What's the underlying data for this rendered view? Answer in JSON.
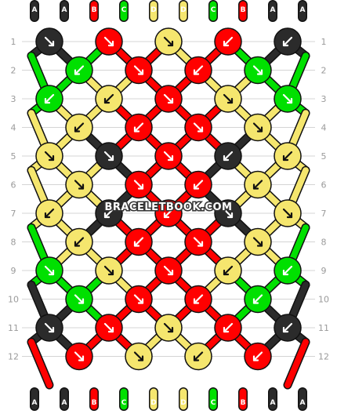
{
  "watermark": "BRACELETBOOK.COM",
  "colors": {
    "A": "#2b2b2b",
    "B": "#ff0000",
    "C": "#00e000",
    "D": "#f5e66e"
  },
  "strings_top": [
    "A",
    "A",
    "B",
    "C",
    "D",
    "D",
    "C",
    "B",
    "A",
    "A"
  ],
  "strings_bottom": [
    "A",
    "A",
    "B",
    "C",
    "D",
    "D",
    "C",
    "B",
    "A",
    "A"
  ],
  "row_labels": [
    "1",
    "2",
    "3",
    "4",
    "5",
    "6",
    "7",
    "8",
    "9",
    "10",
    "11",
    "12"
  ],
  "knots": [
    [
      {
        "c": "A",
        "d": "SE"
      },
      {
        "c": "B",
        "d": "SE"
      },
      {
        "c": "D",
        "d": "SE"
      },
      {
        "c": "B",
        "d": "SW"
      },
      {
        "c": "A",
        "d": "SW"
      }
    ],
    [
      {
        "c": "C",
        "d": "SW"
      },
      {
        "c": "B",
        "d": "SE"
      },
      {
        "c": "B",
        "d": "SW"
      },
      {
        "c": "C",
        "d": "SE"
      }
    ],
    [
      {
        "c": "C",
        "d": "SW"
      },
      {
        "c": "D",
        "d": "SW"
      },
      {
        "c": "B",
        "d": "SE"
      },
      {
        "c": "D",
        "d": "SE"
      },
      {
        "c": "C",
        "d": "SE"
      }
    ],
    [
      {
        "c": "D",
        "d": "SW"
      },
      {
        "c": "B",
        "d": "SW"
      },
      {
        "c": "B",
        "d": "SE"
      },
      {
        "c": "D",
        "d": "SE"
      }
    ],
    [
      {
        "c": "D",
        "d": "SE"
      },
      {
        "c": "A",
        "d": "SE"
      },
      {
        "c": "B",
        "d": "SE"
      },
      {
        "c": "A",
        "d": "SW"
      },
      {
        "c": "D",
        "d": "SW"
      }
    ],
    [
      {
        "c": "D",
        "d": "SE"
      },
      {
        "c": "B",
        "d": "SE"
      },
      {
        "c": "B",
        "d": "SW"
      },
      {
        "c": "D",
        "d": "SW"
      }
    ],
    [
      {
        "c": "D",
        "d": "SW"
      },
      {
        "c": "A",
        "d": "SW"
      },
      {
        "c": "B",
        "d": "SW"
      },
      {
        "c": "A",
        "d": "SE"
      },
      {
        "c": "D",
        "d": "SE"
      }
    ],
    [
      {
        "c": "D",
        "d": "SW"
      },
      {
        "c": "B",
        "d": "SW"
      },
      {
        "c": "B",
        "d": "SE"
      },
      {
        "c": "D",
        "d": "SE"
      }
    ],
    [
      {
        "c": "C",
        "d": "SE"
      },
      {
        "c": "D",
        "d": "SE"
      },
      {
        "c": "B",
        "d": "SE"
      },
      {
        "c": "D",
        "d": "SW"
      },
      {
        "c": "C",
        "d": "SW"
      }
    ],
    [
      {
        "c": "C",
        "d": "SE"
      },
      {
        "c": "B",
        "d": "SE"
      },
      {
        "c": "B",
        "d": "SW"
      },
      {
        "c": "C",
        "d": "SW"
      }
    ],
    [
      {
        "c": "A",
        "d": "SE"
      },
      {
        "c": "B",
        "d": "SE"
      },
      {
        "c": "D",
        "d": "SE"
      },
      {
        "c": "B",
        "d": "SW"
      },
      {
        "c": "A",
        "d": "SW"
      }
    ],
    [
      {
        "c": "B",
        "d": "SE"
      },
      {
        "c": "D",
        "d": "SE"
      },
      {
        "c": "D",
        "d": "SW"
      },
      {
        "c": "B",
        "d": "SW"
      }
    ]
  ]
}
